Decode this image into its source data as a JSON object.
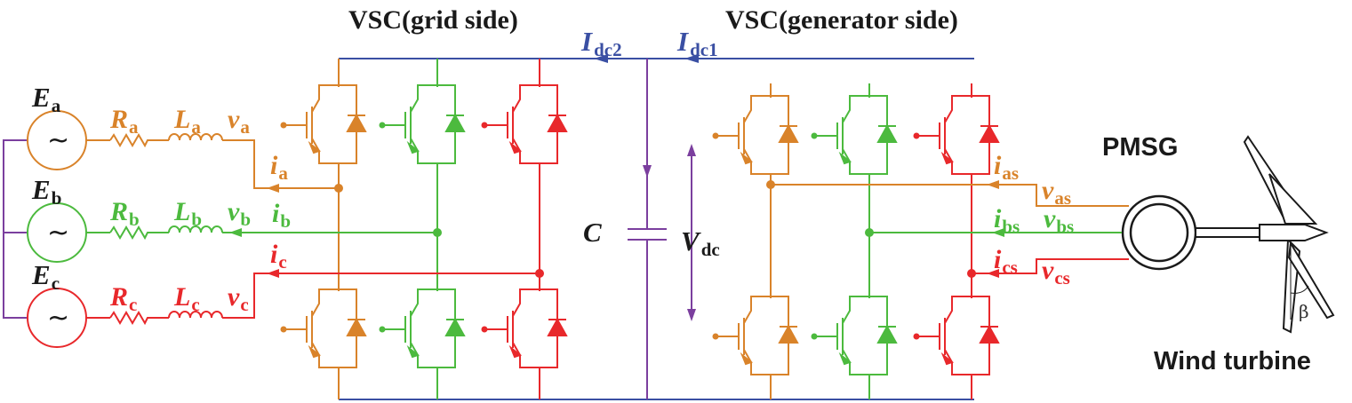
{
  "titles": {
    "grid_side": "VSC(grid side)",
    "generator_side": "VSC(generator side)",
    "pmsg": "PMSG",
    "wind_turbine": "Wind turbine"
  },
  "dc_link": {
    "idc2": {
      "main": "I",
      "sub": "dc2"
    },
    "idc1": {
      "main": "I",
      "sub": "dc1"
    },
    "capacitor": "C",
    "vdc": {
      "main": "V",
      "sub": "dc"
    }
  },
  "phases": [
    {
      "source": {
        "main": "E",
        "sub": "a"
      },
      "resistor": {
        "main": "R",
        "sub": "a"
      },
      "inductor": {
        "main": "L",
        "sub": "a"
      },
      "voltage": {
        "main": "v",
        "sub": "a"
      },
      "current": {
        "main": "i",
        "sub": "a"
      },
      "color": "#d9832a"
    },
    {
      "source": {
        "main": "E",
        "sub": "b"
      },
      "resistor": {
        "main": "R",
        "sub": "b"
      },
      "inductor": {
        "main": "L",
        "sub": "b"
      },
      "voltage": {
        "main": "v",
        "sub": "b"
      },
      "current": {
        "main": "i",
        "sub": "b"
      },
      "color": "#4cba3e"
    },
    {
      "source": {
        "main": "E",
        "sub": "c"
      },
      "resistor": {
        "main": "R",
        "sub": "c"
      },
      "inductor": {
        "main": "L",
        "sub": "c"
      },
      "voltage": {
        "main": "v",
        "sub": "c"
      },
      "current": {
        "main": "i",
        "sub": "c"
      },
      "color": "#e8282b"
    }
  ],
  "generator_phases": [
    {
      "current": {
        "main": "i",
        "sub": "as"
      },
      "voltage": {
        "main": "v",
        "sub": "as"
      },
      "color": "#d9832a"
    },
    {
      "current": {
        "main": "i",
        "sub": "bs"
      },
      "voltage": {
        "main": "v",
        "sub": "bs"
      },
      "color": "#4cba3e"
    },
    {
      "current": {
        "main": "i",
        "sub": "cs"
      },
      "voltage": {
        "main": "v",
        "sub": "cs"
      },
      "color": "#e8282b"
    }
  ],
  "source_symbol": "~",
  "pitch_angle": "β",
  "colors": {
    "phase_a": "#d9832a",
    "phase_b": "#4cba3e",
    "phase_c": "#e8282b",
    "dc_bus": "#3a4fa3",
    "neutral": "#7b3f9e",
    "dark": "#1a1a1a"
  }
}
